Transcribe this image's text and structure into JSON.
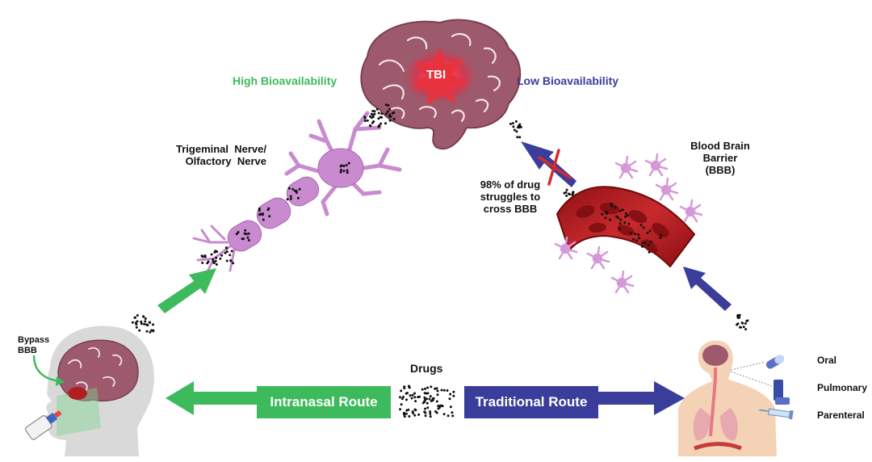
{
  "labels": {
    "tbi": "TBI",
    "high_bio": "High Bioavailability",
    "low_bio": "Low Bioavailability",
    "nerve_line1": "Trigeminal  Nerve/",
    "nerve_line2": "Olfactory  Nerve",
    "bbb_line1": "Blood Brain",
    "bbb_line2": "Barrier",
    "bbb_line3": "(BBB)",
    "struggle_line1": "98% of drug",
    "struggle_line2": "struggles to",
    "struggle_line3": "cross BBB",
    "bypass_line1": "Bypass",
    "bypass_line2": "BBB",
    "drugs": "Drugs",
    "intranasal": "Intranasal Route",
    "traditional": "Traditional Route",
    "oral": "Oral",
    "pulmonary": "Pulmonary",
    "parenteral": "Parenteral"
  },
  "colors": {
    "green": "#3dbb5c",
    "blue": "#3a3d9a",
    "brain": "#9c5a6c",
    "neuron": "#c98ad0",
    "vessel": "#b01e23",
    "skin": "#f3d2b6",
    "head_gray": "#d9d9d9"
  }
}
